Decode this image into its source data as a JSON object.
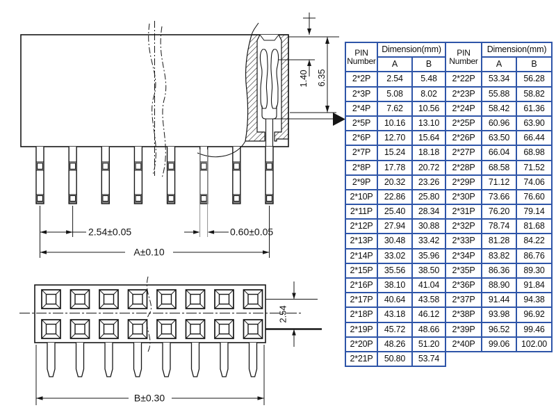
{
  "colors": {
    "table_border": "#2e55a8",
    "line_color": "#161616",
    "muted_line": "#909090"
  },
  "drawing": {
    "dim_140": "1.40",
    "dim_635": "6.35",
    "dim_pitch": "2.54±0.05",
    "dim_pin_width": "0.60±0.05",
    "dim_a": "A±0.10",
    "dim_row_pitch": "2.54",
    "dim_b": "B±0.30",
    "top_view": {
      "pin_count": 8
    },
    "front_view": {
      "socket_cols": 8,
      "socket_rows": 2,
      "pin_count": 8
    }
  },
  "table": {
    "header": {
      "pin_line1": "PIN",
      "pin_line2": "Number",
      "dimension": "Dimension(mm)",
      "col_a": "A",
      "col_b": "B"
    },
    "rows": [
      [
        "2*2P",
        "2.54",
        "5.48",
        "2*22P",
        "53.34",
        "56.28"
      ],
      [
        "2*3P",
        "5.08",
        "8.02",
        "2*23P",
        "55.88",
        "58.82"
      ],
      [
        "2*4P",
        "7.62",
        "10.56",
        "2*24P",
        "58.42",
        "61.36"
      ],
      [
        "2*5P",
        "10.16",
        "13.10",
        "2*25P",
        "60.96",
        "63.90"
      ],
      [
        "2*6P",
        "12.70",
        "15.64",
        "2*26P",
        "63.50",
        "66.44"
      ],
      [
        "2*7P",
        "15.24",
        "18.18",
        "2*27P",
        "66.04",
        "68.98"
      ],
      [
        "2*8P",
        "17.78",
        "20.72",
        "2*28P",
        "68.58",
        "71.52"
      ],
      [
        "2*9P",
        "20.32",
        "23.26",
        "2*29P",
        "71.12",
        "74.06"
      ],
      [
        "2*10P",
        "22.86",
        "25.80",
        "2*30P",
        "73.66",
        "76.60"
      ],
      [
        "2*11P",
        "25.40",
        "28.34",
        "2*31P",
        "76.20",
        "79.14"
      ],
      [
        "2*12P",
        "27.94",
        "30.88",
        "2*32P",
        "78.74",
        "81.68"
      ],
      [
        "2*13P",
        "30.48",
        "33.42",
        "2*33P",
        "81.28",
        "84.22"
      ],
      [
        "2*14P",
        "33.02",
        "35.96",
        "2*34P",
        "83.82",
        "86.76"
      ],
      [
        "2*15P",
        "35.56",
        "38.50",
        "2*35P",
        "86.36",
        "89.30"
      ],
      [
        "2*16P",
        "38.10",
        "41.04",
        "2*36P",
        "88.90",
        "91.84"
      ],
      [
        "2*17P",
        "40.64",
        "43.58",
        "2*37P",
        "91.44",
        "94.38"
      ],
      [
        "2*18P",
        "43.18",
        "46.12",
        "2*38P",
        "93.98",
        "96.92"
      ],
      [
        "2*19P",
        "45.72",
        "48.66",
        "2*39P",
        "96.52",
        "99.46"
      ],
      [
        "2*20P",
        "48.26",
        "51.20",
        "2*40P",
        "99.06",
        "102.00"
      ],
      [
        "2*21P",
        "50.80",
        "53.74",
        "",
        "",
        ""
      ]
    ]
  }
}
